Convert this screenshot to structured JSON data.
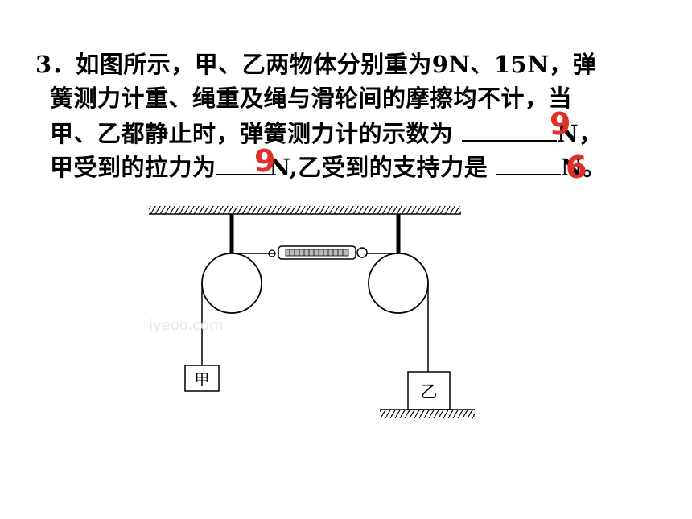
{
  "question": {
    "number": "3．",
    "line1": "如图所示，甲、乙两物体分别重为9N、15N，弹",
    "line2": "簧测力计重、绳重及绳与滑轮间的摩擦均不计，当",
    "line3_text": "甲、乙都静止时，弹簧测力计的示数为 ",
    "line3_unit": "N，",
    "line4_a": "甲受到的拉力为",
    "line4_b": "N,乙受到的支持力是 ",
    "line4_unit": "N。"
  },
  "answers": {
    "spring_reading": "9",
    "pull_on_jia": "9",
    "support_on_yi": "6"
  },
  "diagram": {
    "label_jia": "甲",
    "label_yi": "乙",
    "watermark": "jyeoo.com"
  },
  "colors": {
    "answer": "#e1302a",
    "line": "#000000"
  }
}
